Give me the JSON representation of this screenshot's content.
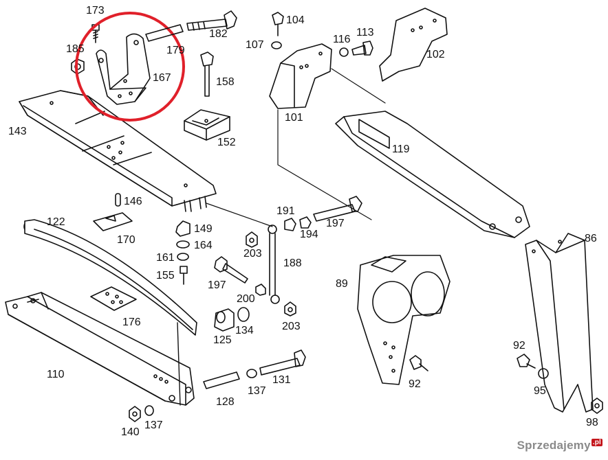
{
  "diagram": {
    "highlight_color": "#e0202a",
    "line_color": "#111111",
    "callouts": {
      "p173": "173",
      "p185": "185",
      "p167": "167",
      "p179": "179",
      "p182": "182",
      "p158": "158",
      "p152": "152",
      "p143": "143",
      "p146": "146",
      "p170": "170",
      "p122": "122",
      "p149": "149",
      "p164": "164",
      "p161": "161",
      "p155": "155",
      "p176": "176",
      "p197a": "197",
      "p203a": "203",
      "p191": "191",
      "p194": "194",
      "p197b": "197",
      "p188": "188",
      "p200": "200",
      "p203b": "203",
      "p134": "134",
      "p125": "125",
      "p110": "110",
      "p131": "131",
      "p137a": "137",
      "p128": "128",
      "p140": "140",
      "p137b": "137",
      "p104": "104",
      "p107": "107",
      "p116": "116",
      "p113": "113",
      "p102": "102",
      "p101": "101",
      "p119": "119",
      "p89": "89",
      "p92a": "92",
      "p86": "86",
      "p92b": "92",
      "p95": "95",
      "p98": "98"
    }
  },
  "watermark": {
    "text": "Sprzedajemy",
    "suffix": ".pl"
  }
}
